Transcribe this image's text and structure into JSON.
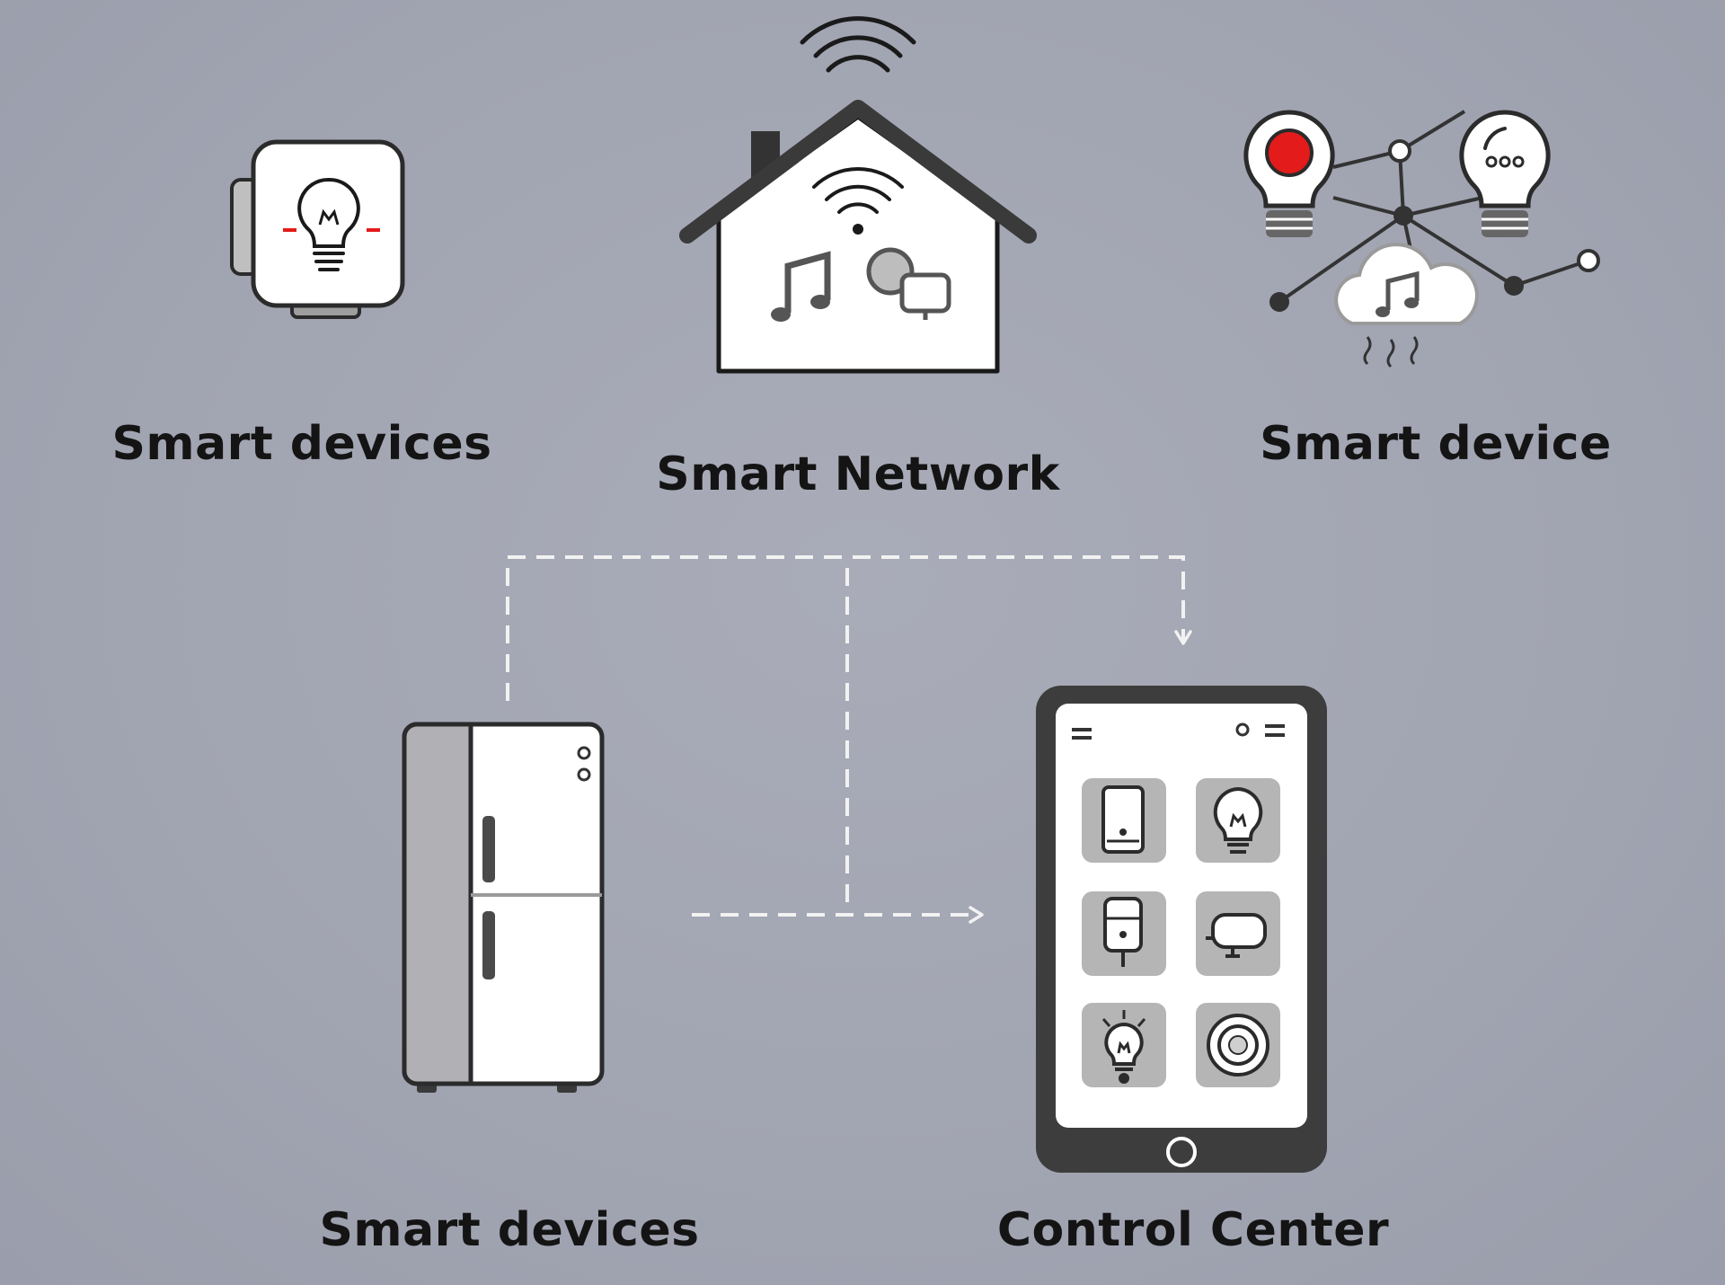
{
  "labels": {
    "smart_devices_top": "Smart devices",
    "smart_network": "Smart Network",
    "smart_device": "Smart device",
    "smart_devices_bottom": "Smart devices",
    "control_center": "Control Center"
  },
  "icons": {
    "top_left": "smart-plug-bulb-icon",
    "top_center": "smart-house-icon",
    "top_right": "connected-bulbs-cloud-icon",
    "bottom_left": "refrigerator-icon",
    "bottom_right": "tablet-control-icon"
  },
  "colors": {
    "background": "#a1a4b1",
    "accent_red": "#e31b1b",
    "outline": "#2b2b2b",
    "device_fill": "#ffffff",
    "connector": "#f2f2f2"
  }
}
